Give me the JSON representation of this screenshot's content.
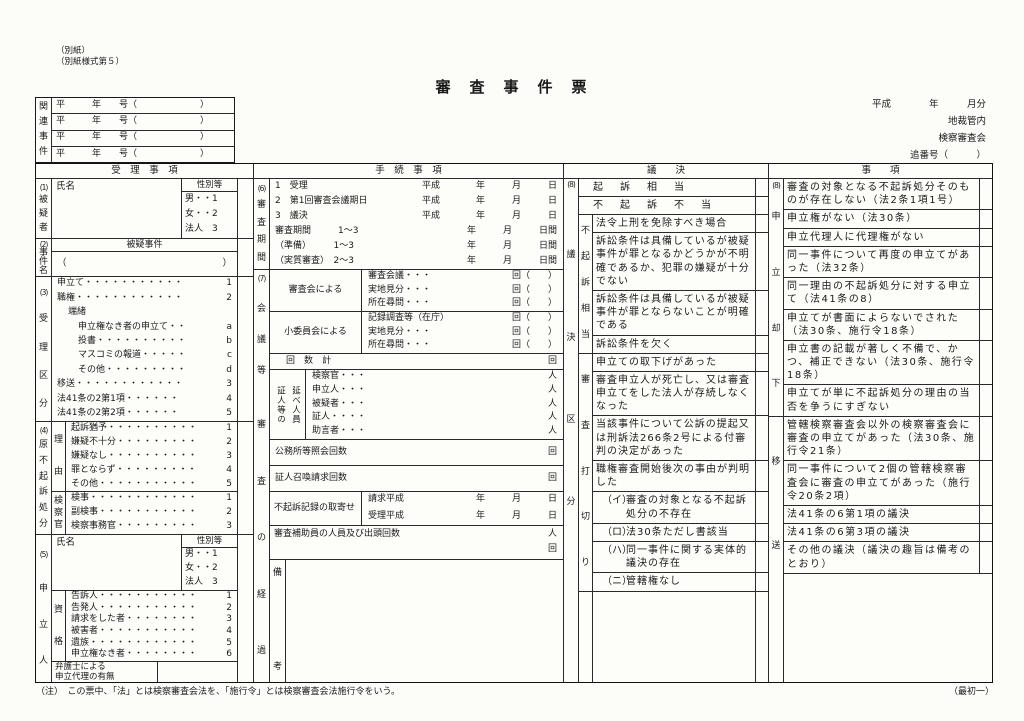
{
  "meta": {
    "corner_note_1": "（別紙）",
    "corner_note_2": "（別紙様式第５）",
    "title": "審　査　事　件　票",
    "top_right_line1": "平成　　　　年　　　月分",
    "top_right_line2": "地裁管内",
    "top_right_line3": "検察審査会",
    "top_right_line4": "追番号（　　　）",
    "footer_note": "（注）　この票中、「法」とは検察審査会法を、「施行令」とは検察審査会法施行令をいう。",
    "footer_page": "（最初一）"
  },
  "related_cases": {
    "label_chars": [
      "関",
      "連",
      "事",
      "件"
    ],
    "rows": [
      "平　　　年　　号（　　　　　　　）",
      "平　　　年　　号（　　　　　　　）",
      "平　　　年　　号（　　　　　　　）",
      "平　　　年　　号（　　　　　　　）"
    ]
  },
  "headers": {
    "reception": "受　理　事　項",
    "procedure": "手　続　事　項",
    "resolution_a": "議　　決",
    "resolution_b": "事　　項"
  },
  "reception": {
    "suspect": {
      "no": "(1)",
      "label_chars": [
        "被",
        "疑",
        "者"
      ],
      "name_label": "氏名",
      "sex_label": "性別等",
      "sex_options": [
        "男・・1",
        "女・・2",
        "法人　3"
      ]
    },
    "case_name": {
      "no": "(2)",
      "label_chars": [
        "事",
        "件",
        "名"
      ],
      "header": "被疑事件",
      "paren_open": "（",
      "paren_close": "）"
    },
    "category": {
      "no": "(3)",
      "label_chars": [
        "受",
        "理",
        "区",
        "分"
      ],
      "rows": [
        {
          "label": "申立て・・・・・・・・・・・",
          "num": "1"
        },
        {
          "label": "職権・・・・・・・・・・・・",
          "num": "2"
        },
        {
          "label": "端緒",
          "num": ""
        },
        {
          "label": "申立権なき者の申立て・・",
          "num": "a"
        },
        {
          "label": "投書・・・・・・・・・・",
          "num": "b"
        },
        {
          "label": "マスコミの報道・・・・・",
          "num": "c"
        },
        {
          "label": "その他・・・・・・・・・",
          "num": "d"
        },
        {
          "label": "移送・・・・・・・・・・・・",
          "num": "3"
        },
        {
          "label": "法41条の2第1項・・・・・・",
          "num": "4"
        },
        {
          "label": "法41条の2第2項・・・・・・",
          "num": "5"
        }
      ]
    },
    "original_disposition": {
      "no": "(4)",
      "label_chars": [
        "原",
        "不",
        "起",
        "訴",
        "処",
        "分"
      ],
      "reason_label_chars": [
        "理",
        "由"
      ],
      "reason_rows": [
        {
          "label": "起訴猶予・・・・・・・・・・",
          "num": "1"
        },
        {
          "label": "嫌疑不十分・・・・・・・・・",
          "num": "2"
        },
        {
          "label": "嫌疑なし・・・・・・・・・・",
          "num": "3"
        },
        {
          "label": "罪とならず・・・・・・・・・",
          "num": "4"
        },
        {
          "label": "その他・・・・・・・・・・・",
          "num": "5"
        }
      ],
      "officer_label_chars": [
        "検",
        "察",
        "官"
      ],
      "officer_rows": [
        {
          "label": "検事・・・・・・・・・・・・",
          "num": "1"
        },
        {
          "label": "副検事・・・・・・・・・・・",
          "num": "2"
        },
        {
          "label": "検察事務官・・・・・・・・・",
          "num": "3"
        }
      ]
    },
    "applicant": {
      "no": "(5)",
      "label_chars": [
        "申",
        "立",
        "人"
      ],
      "name_label": "氏名",
      "sex_label": "性別等",
      "sex_options": [
        "男・・1",
        "女・・2",
        "法人　3"
      ],
      "qualification_label_chars": [
        "資",
        "格"
      ],
      "qualification_rows": [
        {
          "label": "告訴人・・・・・・・・・・・",
          "num": "1"
        },
        {
          "label": "告発人・・・・・・・・・・・",
          "num": "2"
        },
        {
          "label": "請求をした者・・・・・・・・",
          "num": "3"
        },
        {
          "label": "被害者・・・・・・・・・・・",
          "num": "4"
        },
        {
          "label": "遺族・・・・・・・・・・・・",
          "num": "5"
        },
        {
          "label": "申立権なき者・・・・・・・・",
          "num": "6"
        }
      ],
      "attorney_line1": "弁護士による",
      "attorney_line2": "申立代理の有無"
    }
  },
  "procedure": {
    "period": {
      "no": "(6)",
      "label_chars": [
        "審",
        "査",
        "期",
        "間"
      ],
      "rows": [
        {
          "label": "1　受理",
          "value": "平成　　　　年　　　月　　　日"
        },
        {
          "label": "2　第1回審査会議期日",
          "value": "平成　　　　年　　　月　　　日"
        },
        {
          "label": "3　議決",
          "value": "平成　　　　年　　　月　　　日"
        },
        {
          "label": "審査期間　　　1～3",
          "value": "年　　　月　　　日間"
        },
        {
          "label": "（準備）　　　1～3",
          "value": "年　　　月　　　日間"
        },
        {
          "label": "（実質審査）　2～3",
          "value": "年　　　月　　　日間"
        }
      ]
    },
    "progress": {
      "no": "(7)",
      "label_top_chars": [
        "会",
        "議",
        "等"
      ],
      "label_bottom_chars": [
        "審",
        "査",
        "の",
        "経",
        "過"
      ],
      "meeting_groups": [
        {
          "glabel": "審査会による",
          "rows": [
            {
              "label": "審査会議・・・",
              "value": "回（　　）"
            },
            {
              "label": "実地見分・・・",
              "value": "回（　　）"
            },
            {
              "label": "所在尋問・・・",
              "value": "回（　　）"
            }
          ]
        },
        {
          "glabel": "小委員会による",
          "rows": [
            {
              "label": "記録調査等（在庁）",
              "value": "回（　　）"
            },
            {
              "label": "実地見分・・・",
              "value": "回（　　）"
            },
            {
              "label": "所在尋問・・・",
              "value": "回（　　）"
            }
          ]
        }
      ],
      "total_label": "回　数　計",
      "total_value": "回",
      "persons_label_1": "証人等の",
      "persons_label_2": "延べ人員",
      "persons_rows": [
        {
          "label": "検察官・・・",
          "value": "人"
        },
        {
          "label": "申立人・・・",
          "value": "人"
        },
        {
          "label": "被疑者・・・",
          "value": "人"
        },
        {
          "label": "証人・・・・",
          "value": "人"
        },
        {
          "label": "助言者・・・",
          "value": "人"
        }
      ],
      "inquiry_label": "公務所等照会回数",
      "inquiry_value": "回",
      "summon_label": "証人召喚請求回数",
      "summon_value": "回",
      "records_label": "不起訴記録の取寄せ",
      "records_row1_label": "請求平成",
      "records_row1_value": "年　　　月　　　日",
      "records_row2_label": "受理平成",
      "records_row2_value": "年　　　月　　　日",
      "assistant_label": "審査補助員の人員及び出頭回数",
      "assistant_value1": "人",
      "assistant_value2": "回",
      "remarks_chars": [
        "備",
        "考"
      ]
    }
  },
  "resolution": {
    "left": {
      "no": "(8)",
      "strip_chars": [
        "議",
        "決",
        "区",
        "分"
      ],
      "row_kiso_soto": "起訴相当",
      "row_fukiso_futo": "不起訴不当",
      "group_fukiso_soto": {
        "label_chars": [
          "不",
          "起",
          "訴",
          "相",
          "当"
        ],
        "items": [
          "法令上刑を免除すべき場合",
          "訴訟条件は具備しているが被疑事件が罪となるかどうかが不明確であるか、犯罪の嫌疑が十分でない",
          "訴訟条件は具備しているが被疑事件が罪とならないことが明確である",
          "訴訟条件を欠く"
        ]
      },
      "group_uchikiri": {
        "label_chars": [
          "審",
          "査",
          "打",
          "切",
          "り"
        ],
        "items": [
          "申立ての取下げがあった",
          "審査申立人が死亡し、又は審査申立てをした法人が存続しなくなった",
          "当該事件について公訴の提起又は刑訴法266条2号による付審判の決定があった",
          "職権審査開始後次の事由が判明した"
        ],
        "subitems": [
          {
            "mark": "（イ）",
            "text": "審査の対象となる不起訴処分の不存在"
          },
          {
            "mark": "（ロ）",
            "text": "法30条ただし書該当"
          },
          {
            "mark": "（ハ）",
            "text": "同一事件に関する実体的議決の存在"
          },
          {
            "mark": "（ニ）",
            "text": "管轄権なし"
          }
        ]
      }
    },
    "right": {
      "no": "(8)",
      "group_kyakka": {
        "label_chars": [
          "申",
          "立",
          "却",
          "下"
        ],
        "items": [
          "審査の対象となる不起訴処分そのものが存在しない（法2条1項1号）",
          "申立権がない（法30条）",
          "申立代理人に代理権がない",
          "同一事件について再度の申立てがあった（法32条）",
          "同一理由の不起訴処分に対する申立て（法41条の8）",
          "申立てが書面によらないでされた（法30条、施行令18条）",
          "申立書の記載が著しく不備で、かつ、補正できない（法30条、施行令18条）",
          "申立てが単に不起訴処分の理由の当否を争うにすぎない"
        ]
      },
      "group_iso": {
        "label_chars": [
          "移",
          "送"
        ],
        "items": [
          "管轄検察審査会以外の検察審査会に審査の申立てがあった（法30条、施行令21条）",
          "同一事件について2個の管轄検察審査会に審査の申立てがあった（施行令20条2項）",
          "法41条の6第1項の議決",
          "法41条の6第3項の議決",
          "その他の議決（議決の趣旨は備考のとおり）"
        ]
      }
    }
  }
}
